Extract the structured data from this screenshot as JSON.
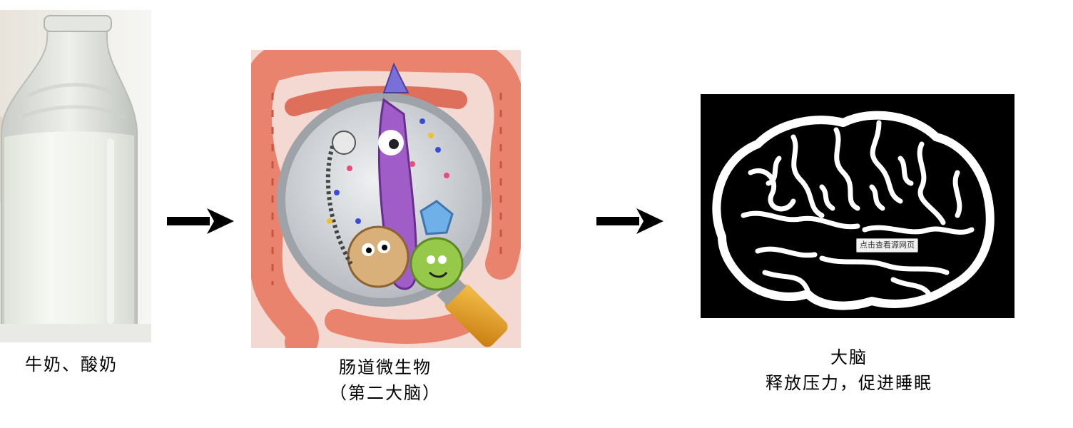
{
  "labels": {
    "milk": "牛奶、酸奶",
    "gut_line1": "肠道微生物",
    "gut_line2": "（第二大脑）",
    "brain_line1": "大脑",
    "brain_line2": "释放压力，促进睡眠"
  },
  "tooltip": "点击查看源网页",
  "icons": {
    "arrow1": "right-arrow-icon",
    "arrow2": "right-arrow-icon"
  },
  "colors": {
    "intestine": "#e9836e",
    "lens_glass": "#cfd3d8",
    "brain_bg": "#000000",
    "brain_lines": "#ffffff",
    "milk": "#f1f4ee"
  }
}
